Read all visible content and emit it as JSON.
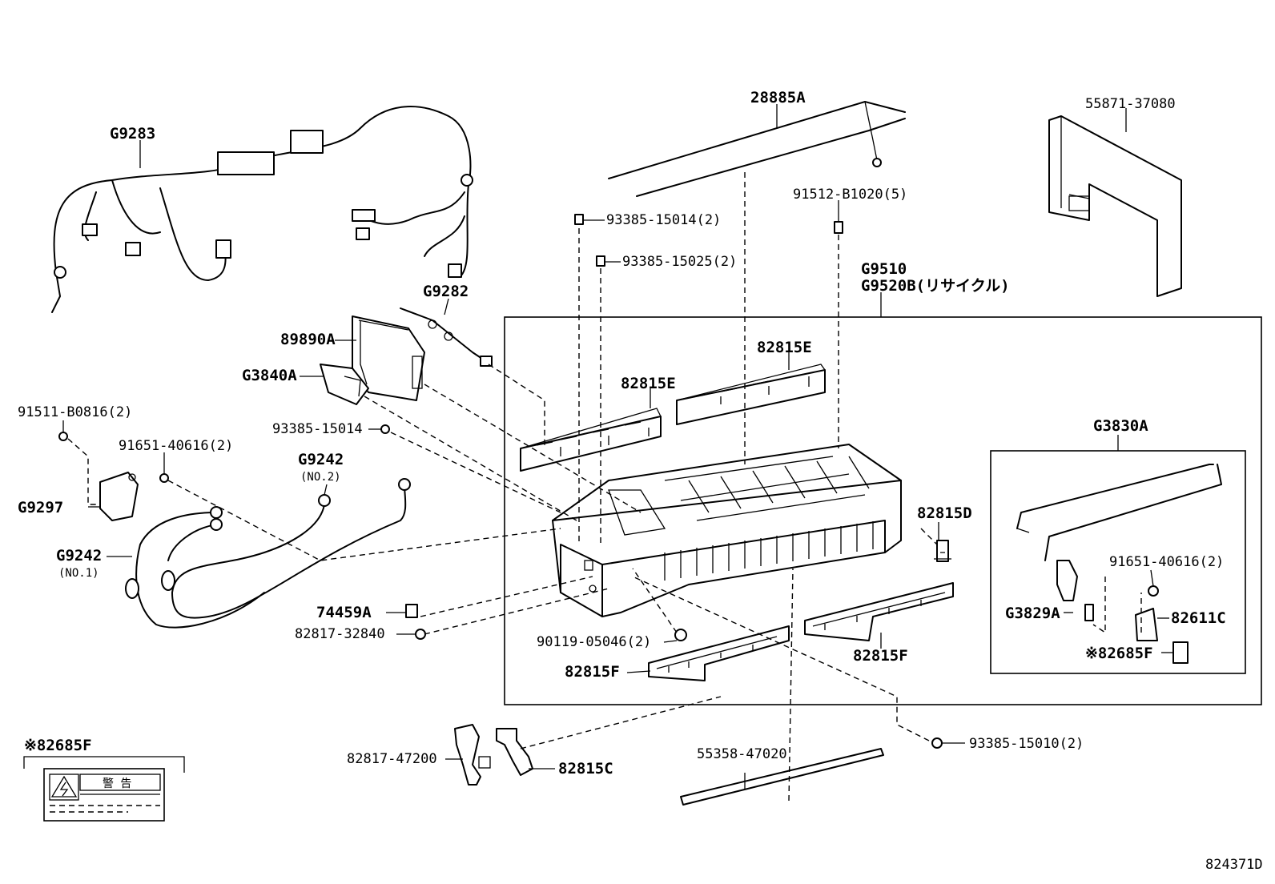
{
  "diagram_code": "824371D",
  "callouts": {
    "c28885A": "28885A",
    "c55871_37080": "55871-37080",
    "c91512_B1020": "91512-B1020(5)",
    "c93385_15014_2": "93385-15014(2)",
    "c93385_15025_2": "93385-15025(2)",
    "c9510": "G9510",
    "c9520B": "G9520B(リサイクル)",
    "cG9283": "G9283",
    "cG9282": "G9282",
    "c89890A": "89890A",
    "cG3840A": "G3840A",
    "c82815E_left": "82815E",
    "c82815E_right": "82815E",
    "c91511_B0816": "91511-B0816(2)",
    "c91651_40616_left": "91651-40616(2)",
    "c93385_15014": "93385-15014",
    "cG9242_no2": "G9242",
    "cNO2": "(NO.2)",
    "cG9297": "G9297",
    "cG9242_no1": "G9242",
    "cNO1": "(NO.1)",
    "cG3830A": "G3830A",
    "c82815D": "82815D",
    "c91651_40616_right": "91651-40616(2)",
    "cG3829A": "G3829A",
    "c82611C": "82611C",
    "c82685F_box": "※82685F",
    "c74459A": "74459A",
    "c82817_32840": "82817-32840",
    "c90119_05046": "90119-05046(2)",
    "c82815F_left": "82815F",
    "c82815F_right": "82815F",
    "c93385_15010": "93385-15010(2)",
    "c55358_47020": "55358-47020",
    "c82817_47200": "82817-47200",
    "c82815C": "82815C",
    "c82685F_legend": "※82685F"
  },
  "warning_label": {
    "title": "警 告"
  }
}
